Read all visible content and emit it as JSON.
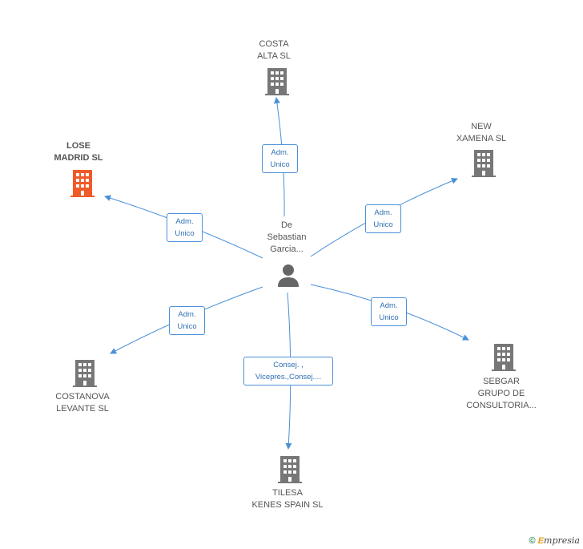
{
  "center": {
    "label": "De\nSebastian\nGarcia..."
  },
  "nodes": [
    {
      "id": "costa",
      "label": "COSTA\nALTA SL",
      "highlight": false
    },
    {
      "id": "lose",
      "label": "LOSE\nMADRID SL",
      "highlight": true
    },
    {
      "id": "new",
      "label": "NEW\nXAMENA SL",
      "highlight": false
    },
    {
      "id": "costanova",
      "label": "COSTANOVA\nLEVANTE SL",
      "highlight": false
    },
    {
      "id": "tilesa",
      "label": "TILESA\nKENES SPAIN SL",
      "highlight": false
    },
    {
      "id": "sebgar",
      "label": "SEBGAR\nGRUPO DE\nCONSULTORIA...",
      "highlight": false
    }
  ],
  "edges": [
    {
      "to": "costa",
      "label": "Adm.\nUnico"
    },
    {
      "to": "lose",
      "label": "Adm.\nUnico"
    },
    {
      "to": "new",
      "label": "Adm.\nUnico"
    },
    {
      "to": "costanova",
      "label": "Adm.\nUnico"
    },
    {
      "to": "tilesa",
      "label": "Consej. ,\nVicepres.,Consej...."
    },
    {
      "to": "sebgar",
      "label": "Adm.\nUnico"
    }
  ],
  "colors": {
    "edge": "#4a90d9",
    "building": "#777777",
    "highlight": "#f05a28",
    "person": "#666666"
  },
  "footer": {
    "symbol": "©",
    "brand_e": "E",
    "brand_rest": "mpresia"
  }
}
